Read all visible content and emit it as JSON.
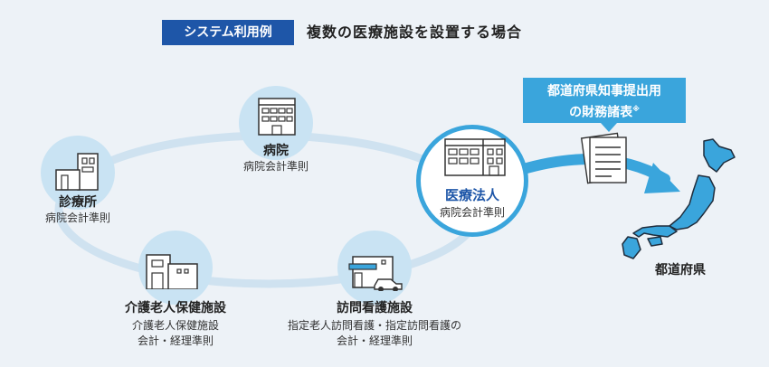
{
  "header": {
    "tag": "システム利用例",
    "title": "複数の医療施設を設置する場合"
  },
  "nodes": {
    "hospital": {
      "name": "病院",
      "sub": "病院会計準則"
    },
    "clinic": {
      "name": "診療所",
      "sub": "病院会計準則"
    },
    "care_facility": {
      "name": "介護老人保健施設",
      "sub_line1": "介護老人保健施設",
      "sub_line2": "会計・経理準則"
    },
    "nursing": {
      "name": "訪問看護施設",
      "sub_line1": "指定老人訪問看護・指定訪問看護の",
      "sub_line2": "会計・経理準則"
    },
    "medical_corp": {
      "name": "医療法人",
      "sub": "病院会計準則"
    }
  },
  "callout": {
    "line1": "都道府県知事提出用",
    "line2": "の財務諸表",
    "mark": "※"
  },
  "destination": {
    "label": "都道府県"
  },
  "colors": {
    "header_blue": "#1e56a8",
    "circle_fill": "#c9e3f3",
    "ring": "#cfe2f0",
    "accent": "#3aa5dc",
    "corp_blue": "#1e56a8"
  }
}
